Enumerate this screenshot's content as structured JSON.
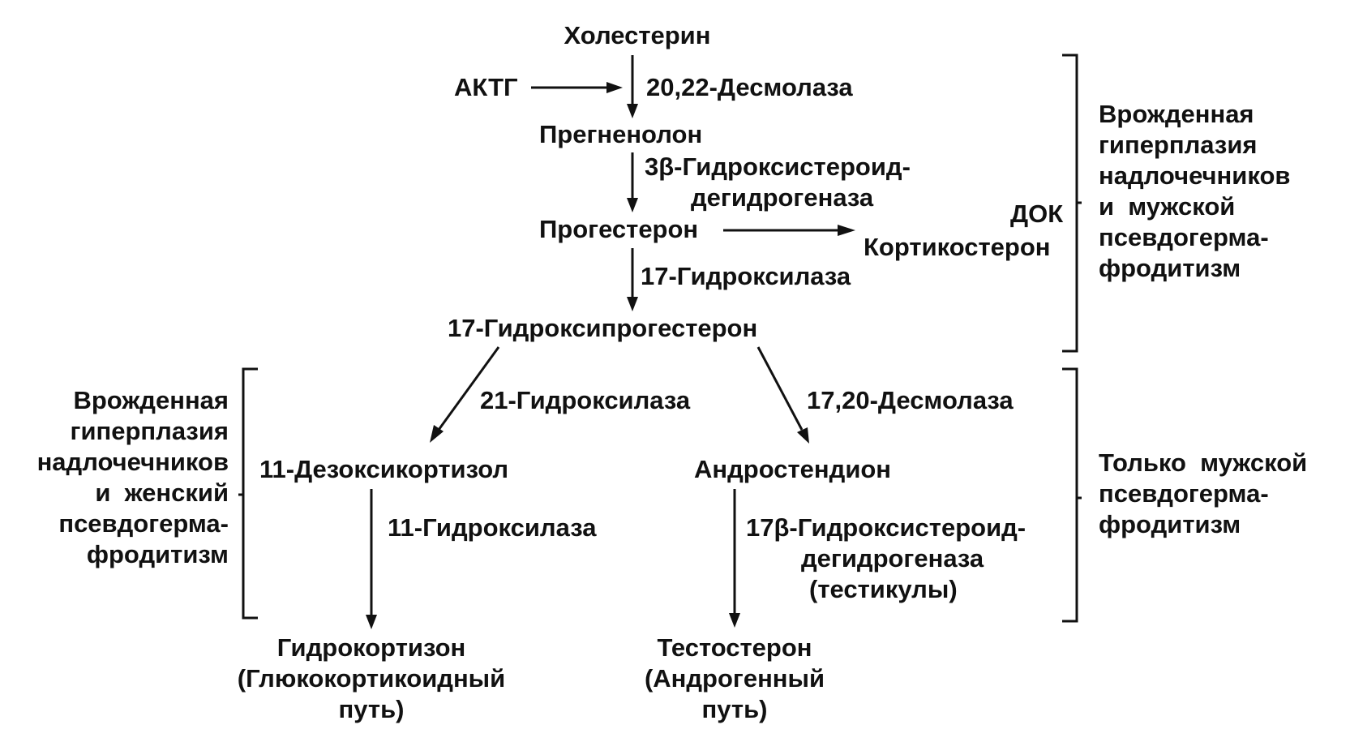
{
  "compounds": {
    "cholesterol": "Холестерин",
    "acth": "АКТГ",
    "pregnenolone": "Прегненолон",
    "progesterone": "Прогестерон",
    "dok": "ДОК",
    "corticosterone": "Кортикостерон",
    "hydroxyprogesterone": "17-Гидроксипрогестерон",
    "deoxycortisol": "11-Дезоксикортизол",
    "androstenedione": "Андростендион",
    "hydrocortisone": [
      "Гидрокортизон",
      "(Глюкокортикоидный",
      "путь)"
    ],
    "testosterone": [
      "Тестостерон",
      "(Андрогенный",
      "путь)"
    ]
  },
  "enzymes": {
    "desmolase_20_22": "20,22-Десмолаза",
    "hsd3b": [
      "3β-Гидроксистероид-",
      "дегидрогеназа"
    ],
    "hydroxylase_17": "17-Гидроксилаза",
    "hydroxylase_21": "21-Гидроксилаза",
    "desmolase_17_20": "17,20-Десмолаза",
    "hydroxylase_11": "11-Гидроксилаза",
    "hsd17b": [
      "17β-Гидроксистероид-",
      "дегидрогеназа",
      "(тестикулы)"
    ]
  },
  "conditions": {
    "upper_right": [
      "Врожденная",
      "гиперплазия",
      "надлочечников",
      "и  мужской",
      "псевдогерма-",
      "фродитизм"
    ],
    "lower_left": [
      "Врожденная",
      "гиперплазия",
      "надлочечников",
      "и  женский",
      "псевдогерма-",
      "фродитизм"
    ],
    "lower_right": [
      "Только  мужской",
      "псевдогерма-",
      "фродитизм"
    ]
  }
}
